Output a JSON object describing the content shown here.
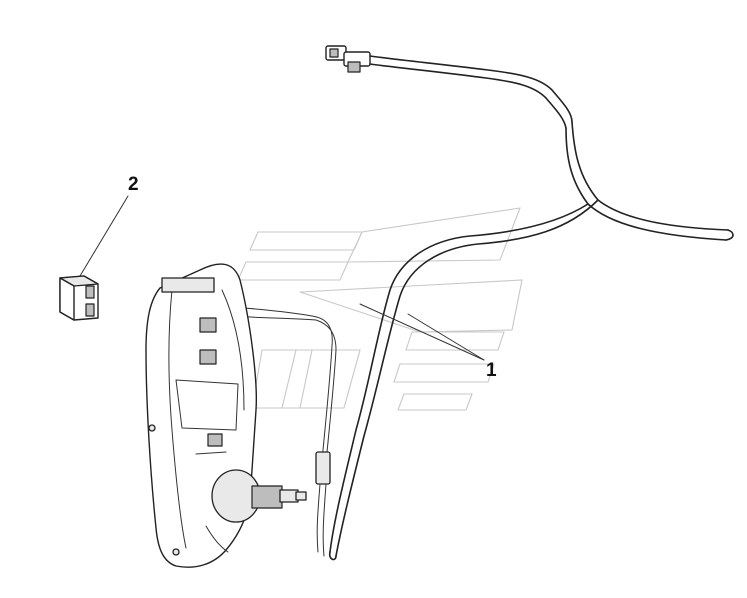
{
  "callouts": [
    {
      "id": "1",
      "label": "1"
    },
    {
      "id": "2",
      "label": "2"
    }
  ],
  "colors": {
    "line": "#222222",
    "watermark": "#c8c8c8",
    "background": "#ffffff"
  }
}
